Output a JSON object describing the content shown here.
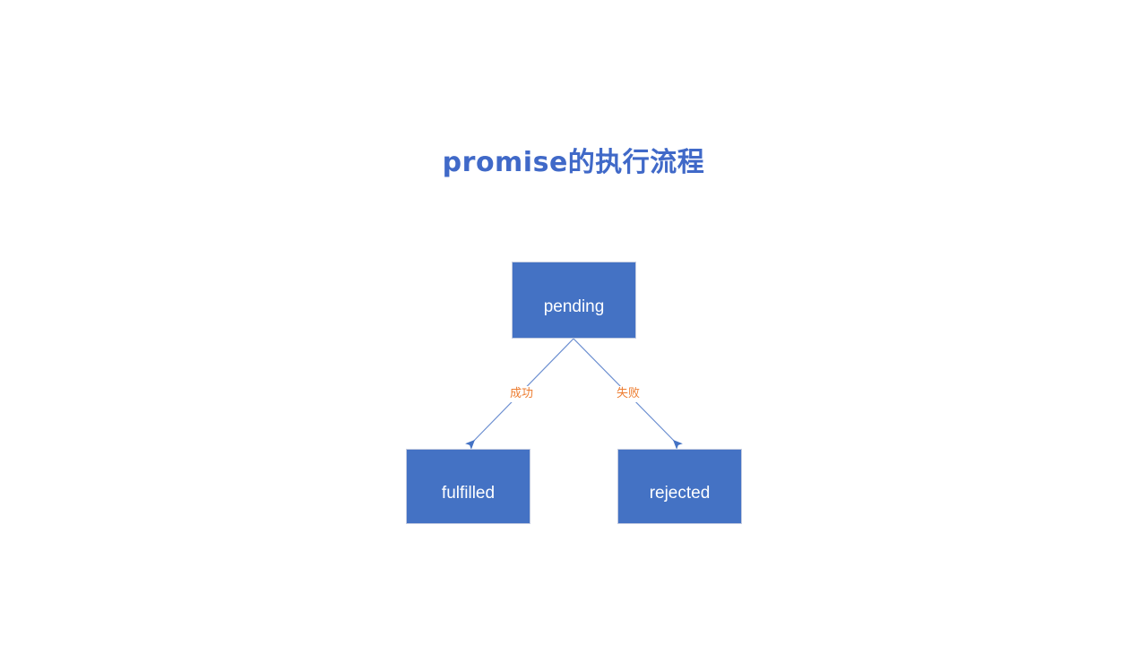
{
  "title": "promise的执行流程",
  "theme": {
    "background": "#ffffff",
    "node_fill": "#4472c4",
    "node_border": "#c3cbe0",
    "node_text": "#ffffff",
    "title_color": "#4069c8",
    "edge_line": "#6b8ed0",
    "edge_label_color": "#ed7d31"
  },
  "nodes": [
    {
      "id": "pending",
      "label": "pending"
    },
    {
      "id": "fulfilled",
      "label": "fulfilled"
    },
    {
      "id": "rejected",
      "label": "rejected"
    }
  ],
  "edges": [
    {
      "id": "pending-to-fulfilled",
      "from": "pending",
      "to": "fulfilled",
      "label": "成功"
    },
    {
      "id": "pending-to-rejected",
      "from": "pending",
      "to": "rejected",
      "label": "失败"
    }
  ],
  "chart_data": {
    "type": "diagram",
    "title": "promise的执行流程",
    "nodes": [
      "pending",
      "fulfilled",
      "rejected"
    ],
    "edges": [
      {
        "source": "pending",
        "target": "fulfilled",
        "label": "成功"
      },
      {
        "source": "pending",
        "target": "rejected",
        "label": "失败"
      }
    ]
  }
}
